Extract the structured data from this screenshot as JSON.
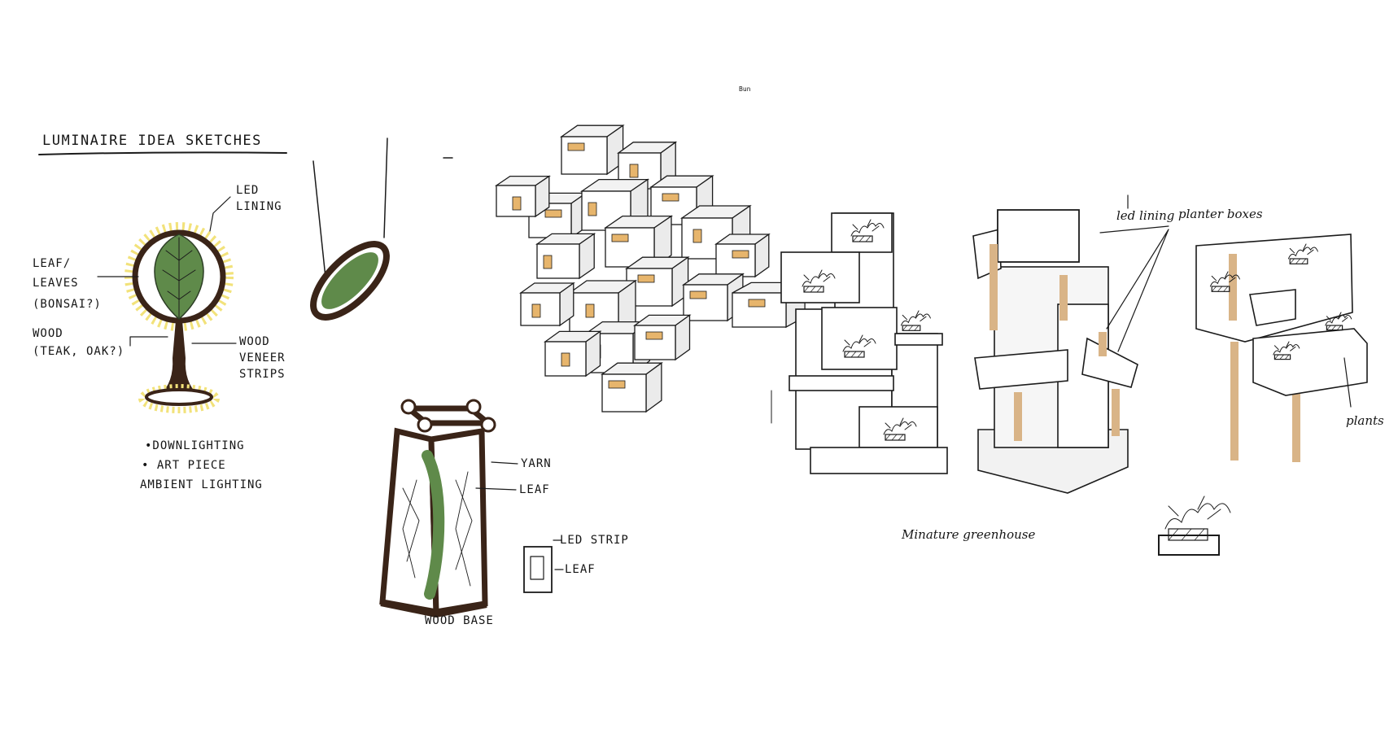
{
  "colors": {
    "ink": "#1b1b1b",
    "wood": "#3a2418",
    "leaf": "#5f8a4a",
    "glow": "#f2e27a",
    "window": "#e7b56c",
    "box_fill": "#ffffff",
    "box_shade": "#f2f2f2",
    "stick": "#d9b487"
  },
  "sheet1": {
    "title": "LUMINAIRE IDEA SKETCHES",
    "labels": {
      "led_lining": [
        "LED",
        "LINING"
      ],
      "leaf": [
        "LEAF/",
        "LEAVES",
        "(BONSAI?)"
      ],
      "wood": [
        "WOOD",
        "(TEAK, OAK?)"
      ],
      "veneer": [
        "WOOD",
        "VENEER",
        "STRIPS"
      ]
    },
    "bullets": [
      "•DOWNLIGHTING",
      "• ART PIECE",
      "AMBIENT LIGHTING"
    ]
  },
  "sheet2": {
    "corner_note": "Bun",
    "lantern_labels": {
      "yarn": "YARN",
      "leaf": "LEAF",
      "led_strip": "LED STRIP",
      "detail_leaf": "LEAF",
      "wood_base": "WOOD BASE"
    }
  },
  "sheet3": {
    "led_lining": "led lining",
    "planter_boxes": "planter boxes",
    "plants": "plants",
    "caption": "Minature greenhouse"
  }
}
